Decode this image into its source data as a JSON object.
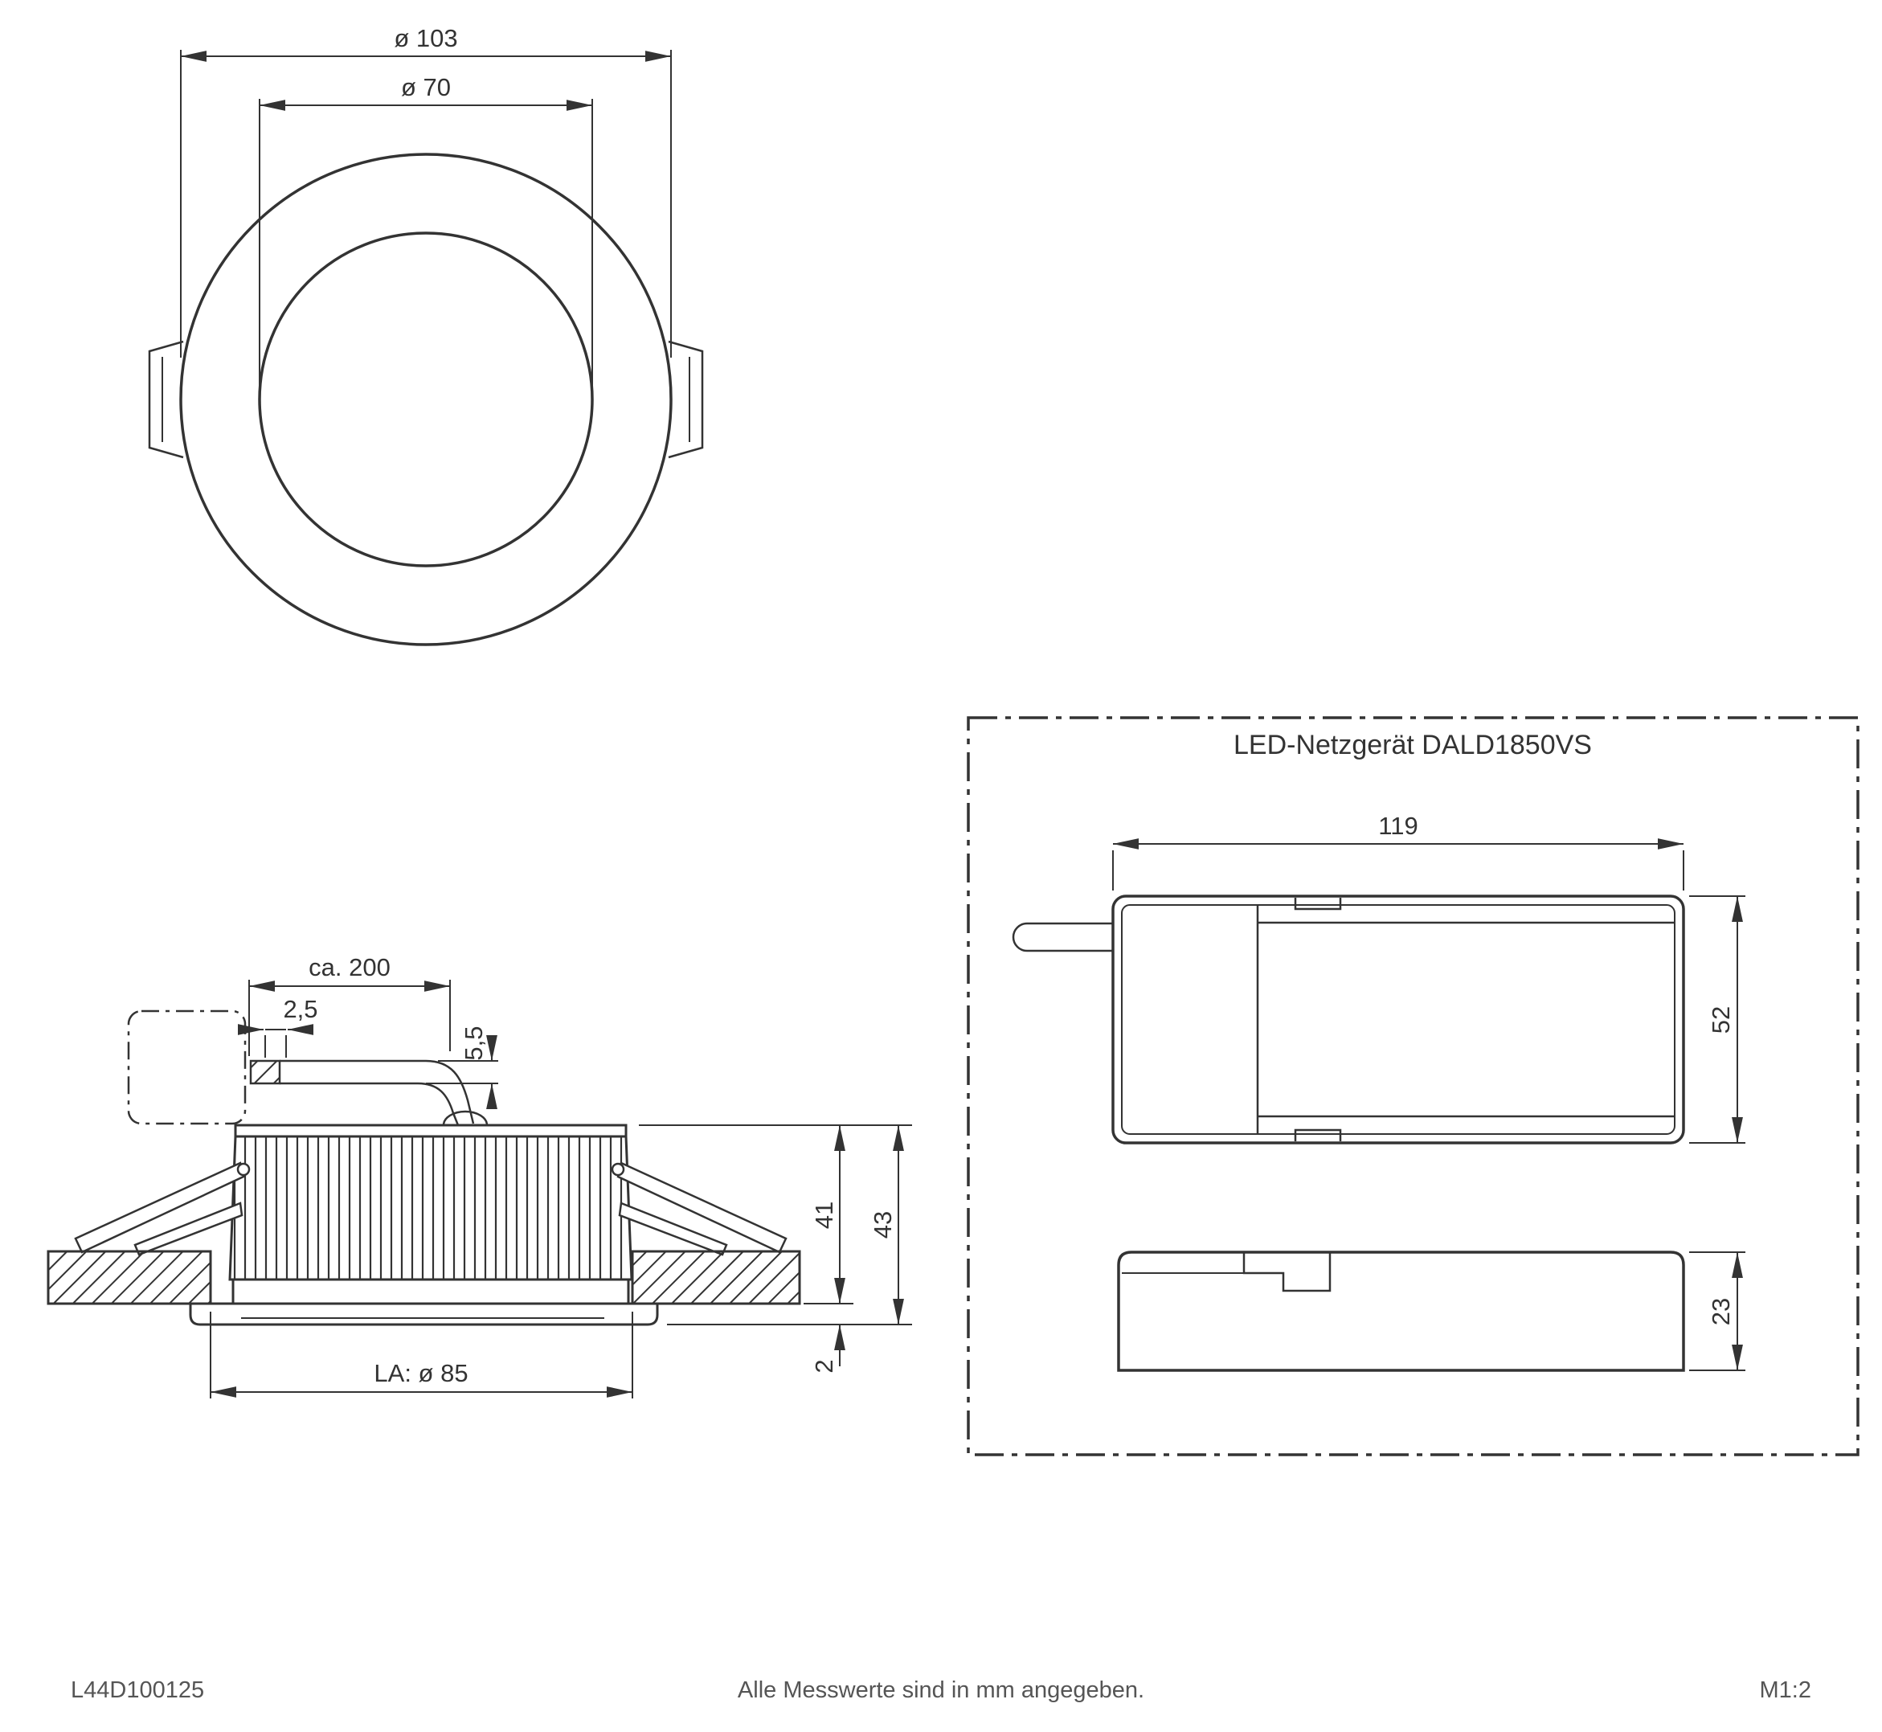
{
  "front_view": {
    "dim_outer_diameter": "ø 103",
    "dim_inner_diameter": "ø 70"
  },
  "section_view": {
    "dim_cable_length": "ca. 200",
    "dim_cable_width": "2,5",
    "dim_cable_height": "5,5",
    "dim_recess_height": "41",
    "dim_total_height": "43",
    "dim_trim_height": "2",
    "dim_cutout": "LA: ø 85"
  },
  "psu": {
    "title": "LED-Netzgerät DALD1850VS",
    "dim_length": "119",
    "dim_width": "52",
    "dim_height": "23"
  },
  "footer": {
    "article_number": "L44D100125",
    "note": "Alle Messwerte sind in mm angegeben.",
    "scale": "M1:2"
  }
}
